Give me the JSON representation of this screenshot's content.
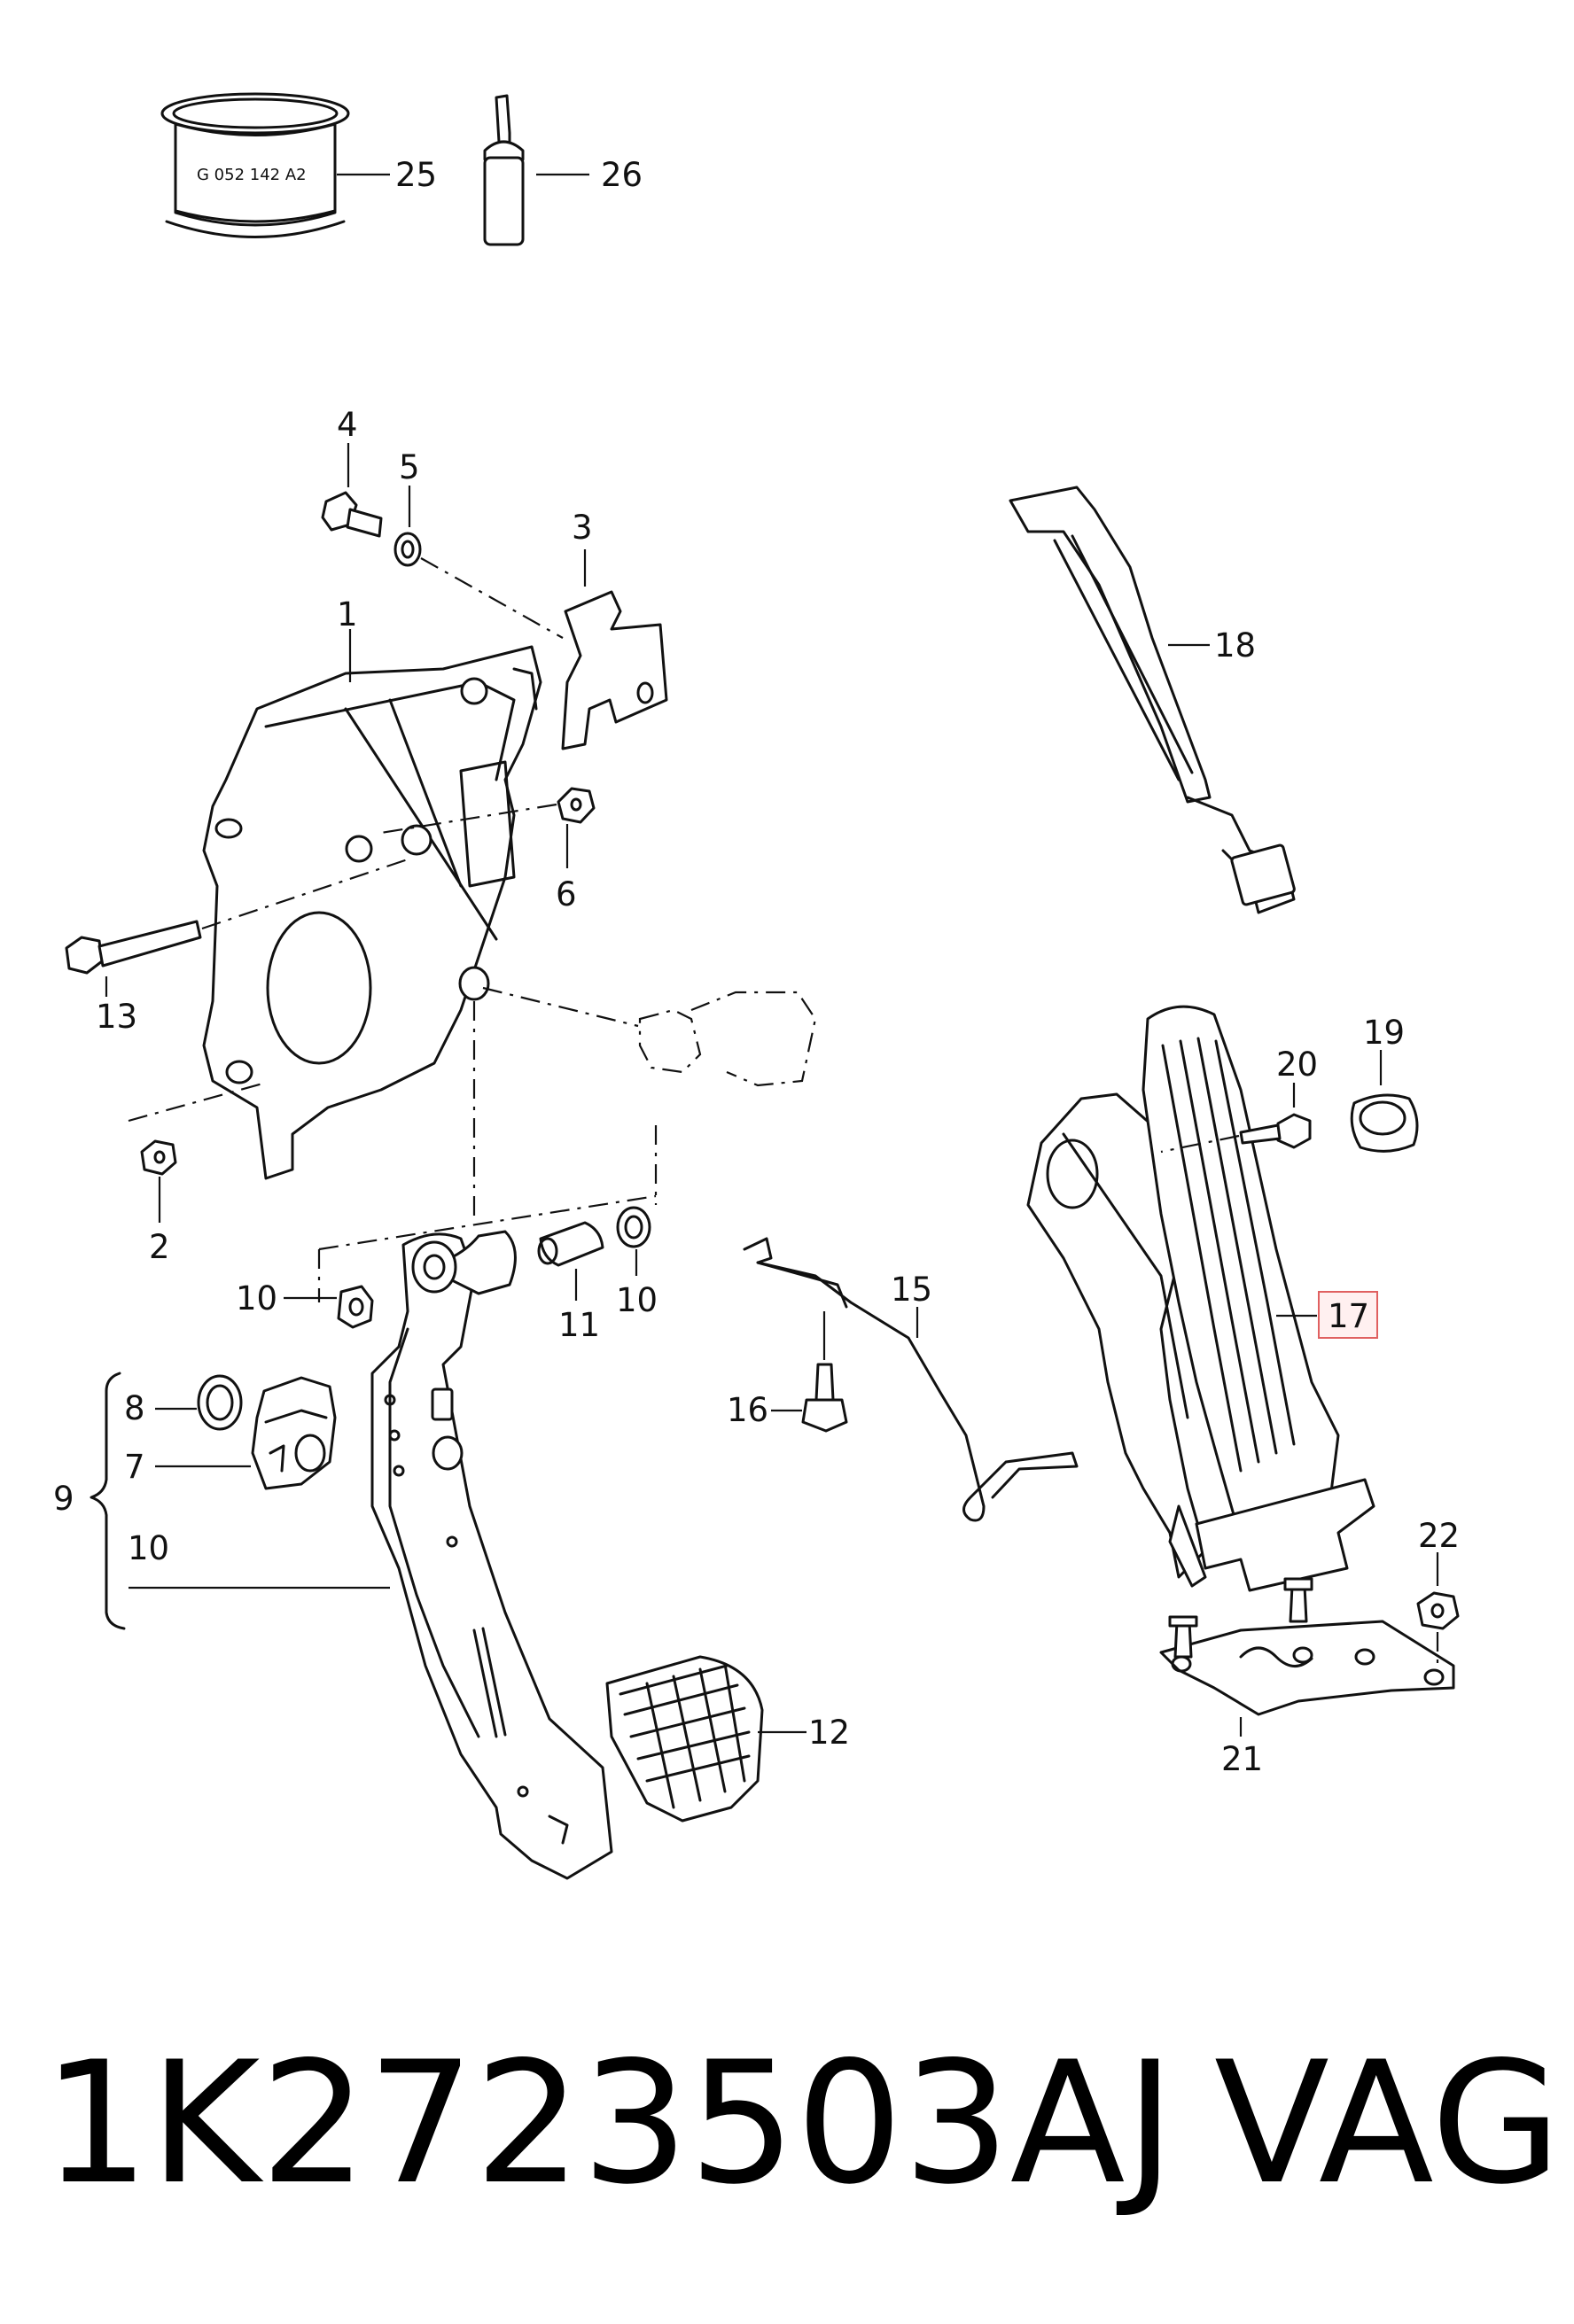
{
  "callouts": {
    "c1": "1",
    "c2": "2",
    "c3": "3",
    "c4": "4",
    "c5": "5",
    "c6": "6",
    "c7": "7",
    "c8": "8",
    "c9": "9",
    "c10a": "10",
    "c10b": "10",
    "c10c": "10",
    "c11": "11",
    "c12": "12",
    "c13": "13",
    "c15": "15",
    "c16": "16",
    "c17": "17",
    "c18": "18",
    "c19": "19",
    "c20": "20",
    "c21": "21",
    "c22": "22",
    "c25": "25",
    "c26": "26"
  },
  "grease_can_label": "G 052 142 A2",
  "footer": {
    "part_number": "1K2723503AJ",
    "brand": "VAG"
  },
  "colors": {
    "line": "#111111",
    "highlight_border": "#e06060",
    "highlight_fill": "#fff0f0"
  }
}
